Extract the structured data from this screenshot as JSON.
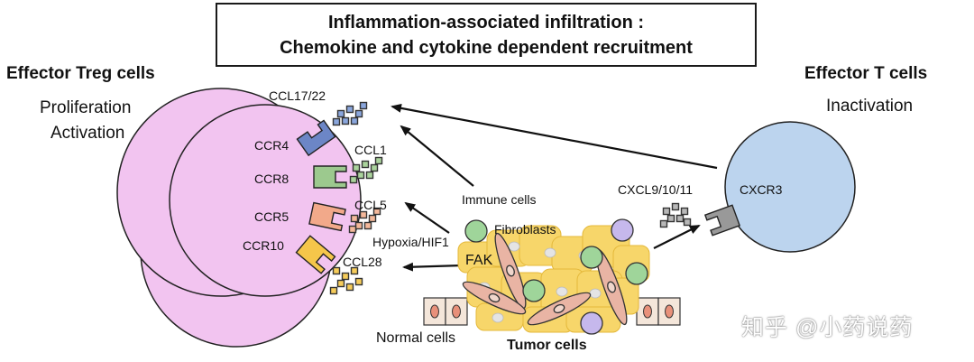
{
  "title": {
    "line1": "Inflammation-associated infiltration :",
    "line2": "Chemokine and cytokine dependent recruitment"
  },
  "treg": {
    "heading": "Effector Treg cells",
    "state1": "Proliferation",
    "state2": "Activation",
    "receptors": [
      "CCR4",
      "CCR8",
      "CCR5",
      "CCR10"
    ]
  },
  "effector": {
    "heading": "Effector T cells",
    "state": "Inactivation",
    "receptor": "CXCR3",
    "ligand": "CXCL9/10/11"
  },
  "ligands": [
    "CCL17/22",
    "CCL1",
    "CCL5",
    "CCL28"
  ],
  "sources": {
    "immune": "Immune cells",
    "fibroblasts": "Fibroblasts",
    "hypoxia": "Hypoxia/HIF1",
    "fak": "FAK"
  },
  "bottom": {
    "normal": "Normal cells",
    "tumor": "Tumor cells"
  },
  "watermark": "知乎 @小药说药",
  "colors": {
    "treg": "#f2c4f0",
    "effector": "#bcd4ee",
    "ccr4": "#6c86c6",
    "ccr8": "#9cc98e",
    "ccr5": "#f2a98a",
    "ccr10": "#f5c64a",
    "cxcr3": "#999999",
    "tumor": "#f7d66a",
    "immune_green": "#9fd59a",
    "immune_purple": "#c6b8ec",
    "fibroblast": "#e9b4a4"
  }
}
